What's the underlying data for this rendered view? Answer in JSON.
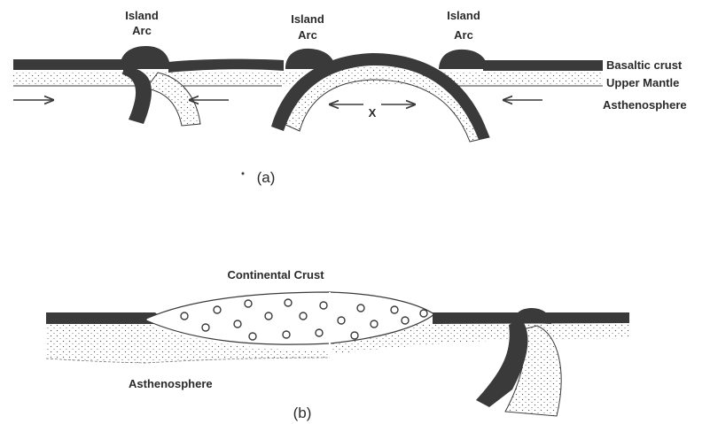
{
  "panel_a": {
    "arc_labels": [
      {
        "line1": "Island",
        "line2": "Arc"
      },
      {
        "line1": "Island",
        "line2": "Arc"
      },
      {
        "line1": "Island",
        "line2": "Arc"
      }
    ],
    "layer_labels": {
      "basaltic": "Basaltic crust",
      "mantle": "Upper Mantle",
      "astheno": "Asthenosphere"
    },
    "spreading_label": "X",
    "caption": "(a)"
  },
  "panel_b": {
    "continental_label": "Continental Crust",
    "astheno_label": "Asthenosphere",
    "caption": "(b)"
  },
  "colors": {
    "crust": "#3a3a3a",
    "mantle_dots": "#555555",
    "background": "#ffffff"
  }
}
